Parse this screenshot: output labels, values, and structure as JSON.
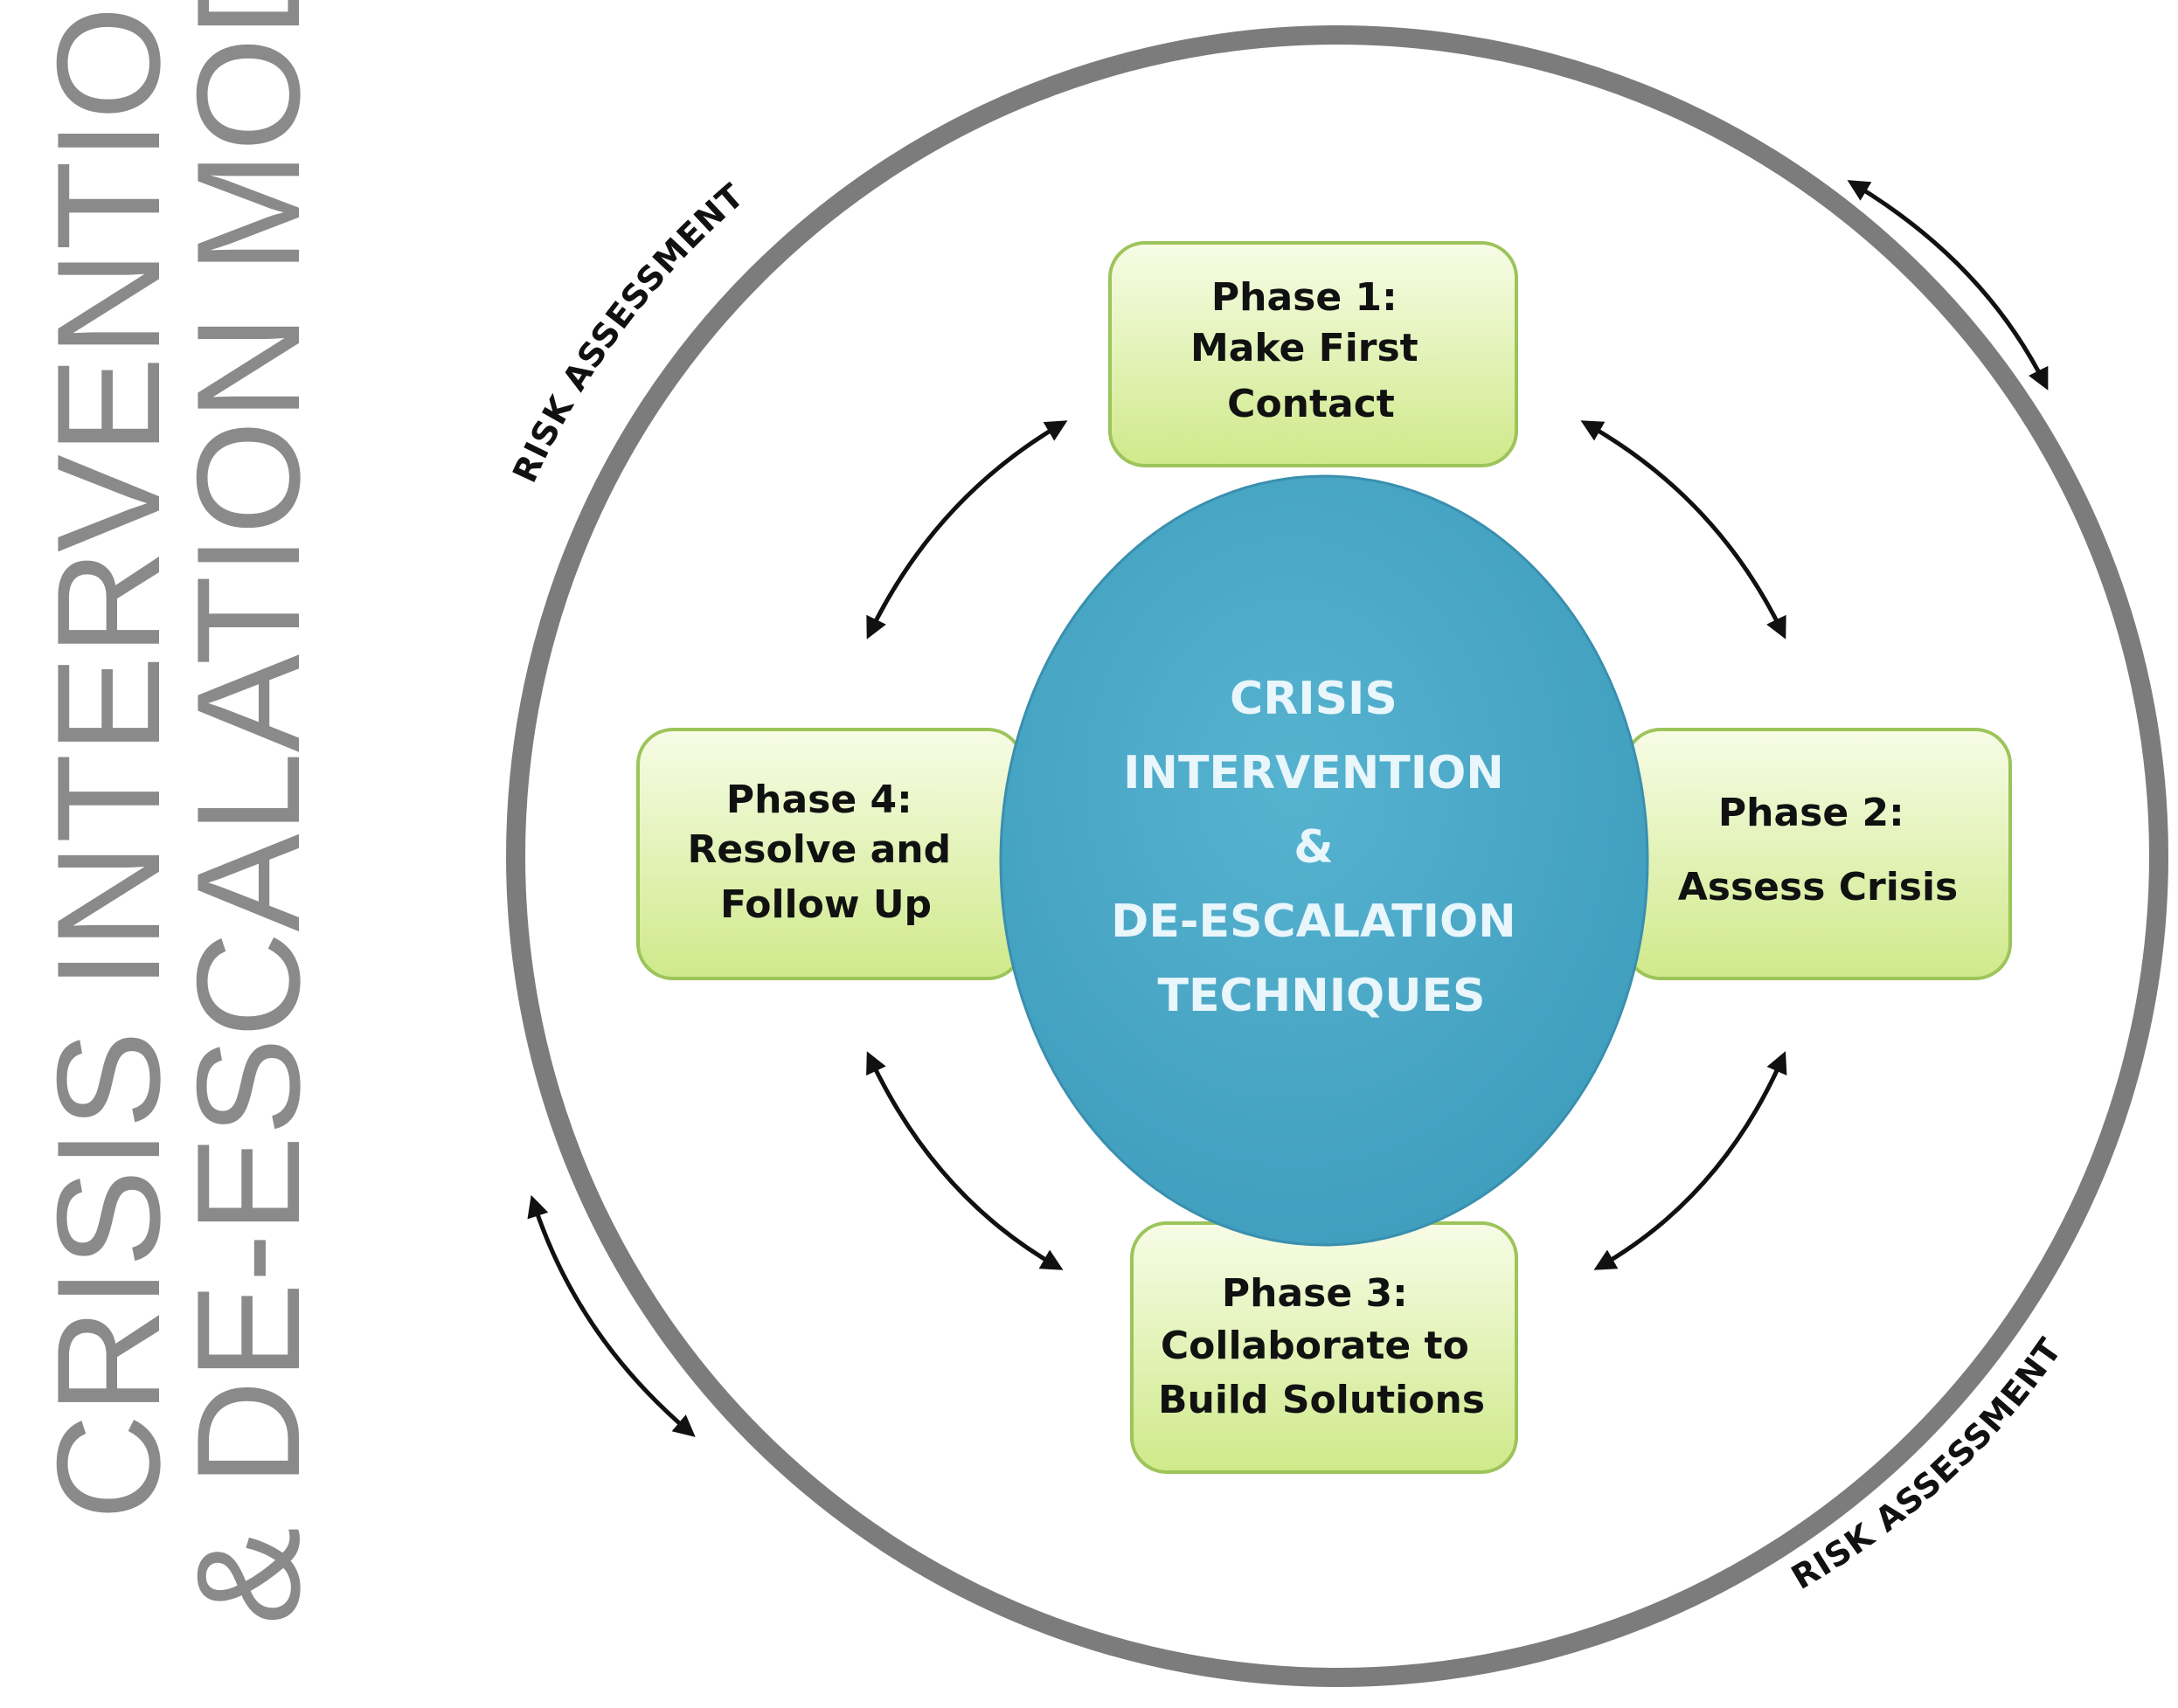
{
  "title": {
    "line1": "CRISIS INTERVENTION",
    "line2": "& DE-ESCALATION MODEL"
  },
  "center": {
    "lines": [
      "CRISIS",
      "INTERVENTION",
      "&",
      "DE-ESCALATION",
      "TECHNIQUES"
    ]
  },
  "phases": {
    "phase1": {
      "lines": [
        "Phase 1:",
        "Make First",
        "Contact"
      ]
    },
    "phase2": {
      "lines": [
        "Phase 2:",
        "Assess Crisis"
      ]
    },
    "phase3": {
      "lines": [
        "Phase 3:",
        "Collaborate to",
        "Build Solutions"
      ]
    },
    "phase4": {
      "lines": [
        "Phase 4:",
        "Resolve and",
        "Follow Up"
      ]
    }
  },
  "risk_labels": {
    "top_left": "RISK ASSESSMENT",
    "bottom_right": "RISK ASSESSMENT"
  },
  "colors": {
    "title": "#8a8a8a",
    "outer_ring": "#7c7c7c",
    "center_fill": "#4aa8c6",
    "center_text": "#e9f6fb",
    "phase_fill_top": "#f7fce6",
    "phase_fill_bottom": "#cfe98a",
    "phase_border": "#9cc45a",
    "arrow": "#111111"
  }
}
